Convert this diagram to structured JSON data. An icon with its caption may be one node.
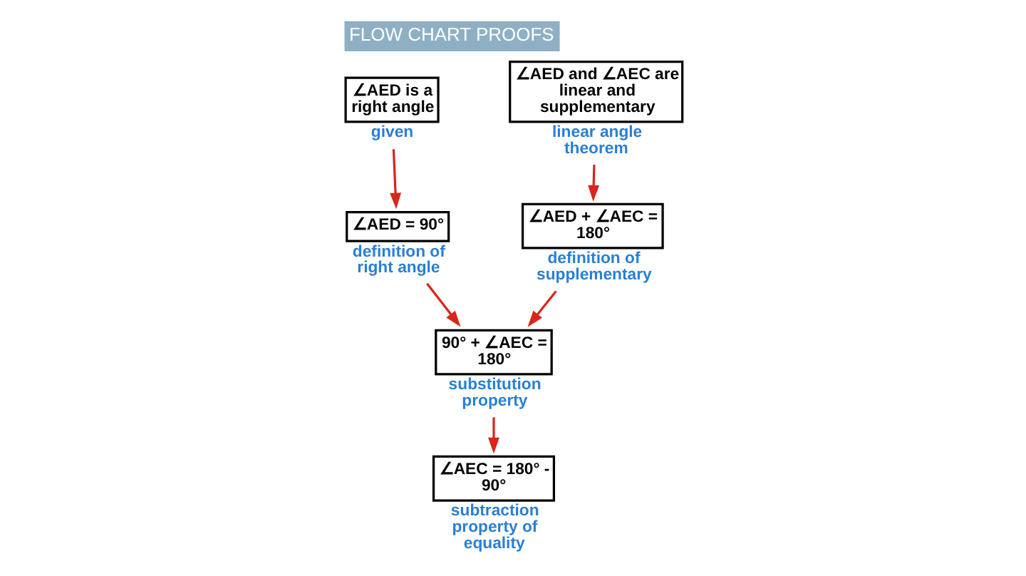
{
  "diagram": {
    "title": "FLOW CHART PROOFS",
    "nodes": [
      {
        "text": [
          "∠AED is a right angle"
        ],
        "beside": [
          "given"
        ]
      },
      {
        "text": [
          "∠AED and ∠AEC are linear and supplementary"
        ],
        "beside": [
          "linear angle theorem"
        ]
      },
      {
        "text": [
          "∠AED + ∠AEC = 180°"
        ],
        "beside": [
          "definition of supplementary"
        ]
      },
      {
        "text": [
          "∠AED = 90°"
        ],
        "beside": [
          "definition of right angle"
        ]
      },
      {
        "text": [
          "90° + ∠AEC = 180°"
        ],
        "beside": [
          "substitution property"
        ]
      },
      {
        "text": [
          "∠AEC = 180° - 90°"
        ],
        "beside": [
          "subtraction property of equality"
        ]
      }
    ],
    "edges": [
      {
        "from": 0,
        "to": 3,
        "arrow": "to"
      },
      {
        "from": 1,
        "to": 2,
        "arrow": "to"
      },
      {
        "from": 3,
        "to": 4,
        "arrow": "to"
      },
      {
        "from": 2,
        "to": 4,
        "arrow": "to"
      },
      {
        "from": 4,
        "to": 5,
        "arrow": "to"
      }
    ]
  }
}
